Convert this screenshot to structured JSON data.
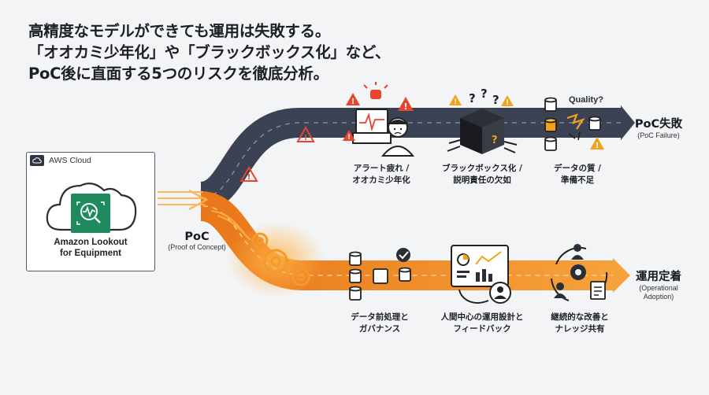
{
  "headline": {
    "line1": "高精度なモデルができても運用は失敗する。",
    "line2": "「オオカミ少年化」や「ブラックボックス化」など、",
    "line3": "PoC後に直面する5つのリスクを徹底分析。"
  },
  "source": {
    "cloud_label": "AWS Cloud",
    "service_line1": "Amazon Lookout",
    "service_line2": "for Equipment"
  },
  "poc": {
    "title": "PoC",
    "subtitle": "(Proof of Concept)"
  },
  "failure_path": {
    "end_title": "PoC失敗",
    "end_subtitle": "(PoC Failure)",
    "quality_label": "Quality?",
    "risks": [
      {
        "line1": "アラート疲れ /",
        "line2": "オオカミ少年化"
      },
      {
        "line1": "ブラックボックス化 /",
        "line2": "説明責任の欠如"
      },
      {
        "line1": "データの質 /",
        "line2": "準備不足"
      }
    ]
  },
  "success_path": {
    "end_title": "運用定着",
    "end_subtitle_1": "(Operational",
    "end_subtitle_2": "Adoption)",
    "steps": [
      {
        "line1": "データ前処理と",
        "line2": "ガバナンス"
      },
      {
        "line1": "人間中心の運用設計と",
        "line2": "フィードバック"
      },
      {
        "line1": "継続的な改善と",
        "line2": "ナレッジ共有"
      }
    ]
  },
  "colors": {
    "failure_road": "#3b4254",
    "success_road": "#f28b1c",
    "warning": "#e8442e",
    "caution": "#f2a21b",
    "service_tile": "#1f8a5e"
  },
  "icons": [
    "cloud-icon",
    "lookout-equipment-icon",
    "warning-icon",
    "monitor-alarm-icon",
    "worried-person-icon",
    "black-box-icon",
    "question-icon",
    "database-icon",
    "broken-data-icon",
    "gear-icon",
    "check-icon",
    "dashboard-icon",
    "user-icon",
    "document-icon",
    "cycle-icon"
  ]
}
